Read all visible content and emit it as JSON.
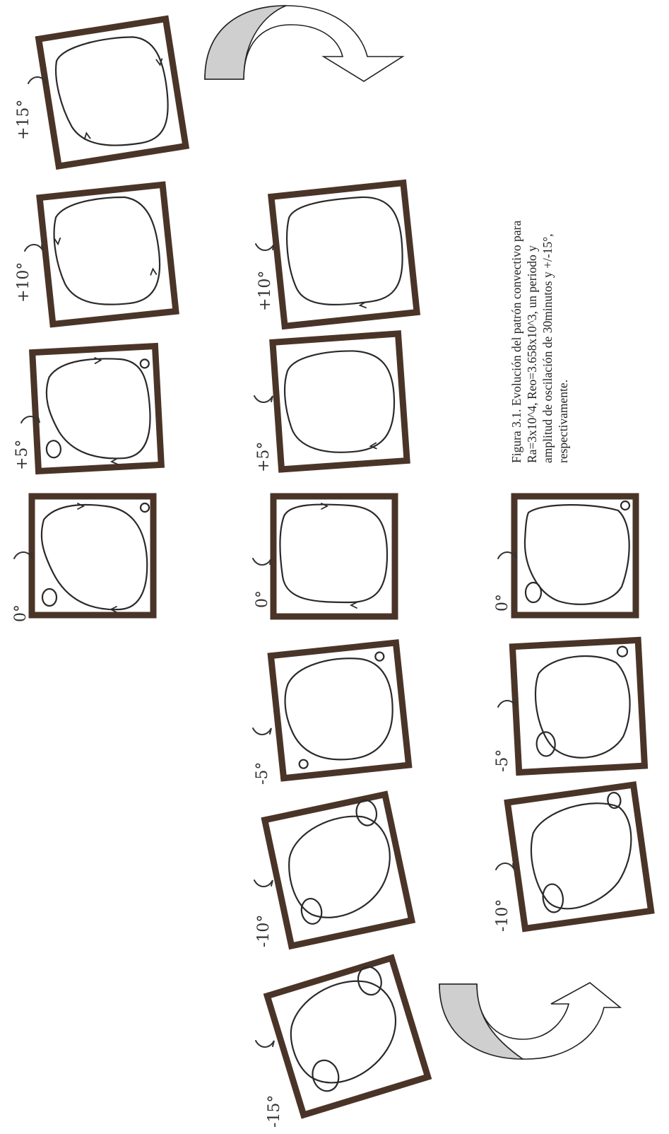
{
  "caption": {
    "line1": "Figura 3.1. Evolución del patrón convectivo para",
    "line2": "Ra=3x10^4, Reo=3.658x10^3, un periodo y",
    "line3": "amplitud de oscilación de 30minutos y +/-15°,",
    "line4": "respectivamente."
  },
  "colors": {
    "frame": "#4a3428",
    "arrow_fill": "#cfcfcf"
  },
  "panels": [
    {
      "row": 1,
      "angle_label": "0°"
    },
    {
      "row": 1,
      "angle_label": "+5°"
    },
    {
      "row": 1,
      "angle_label": "+10°"
    },
    {
      "row": 1,
      "angle_label": "+15°"
    },
    {
      "row": 2,
      "angle_label": "-15°"
    },
    {
      "row": 2,
      "angle_label": "-10°"
    },
    {
      "row": 2,
      "angle_label": "-5°"
    },
    {
      "row": 2,
      "angle_label": "0°"
    },
    {
      "row": 2,
      "angle_label": "+5°"
    },
    {
      "row": 2,
      "angle_label": "+10°"
    },
    {
      "row": 3,
      "angle_label": "-10°"
    },
    {
      "row": 3,
      "angle_label": "-5°"
    },
    {
      "row": 3,
      "angle_label": "0°"
    }
  ]
}
